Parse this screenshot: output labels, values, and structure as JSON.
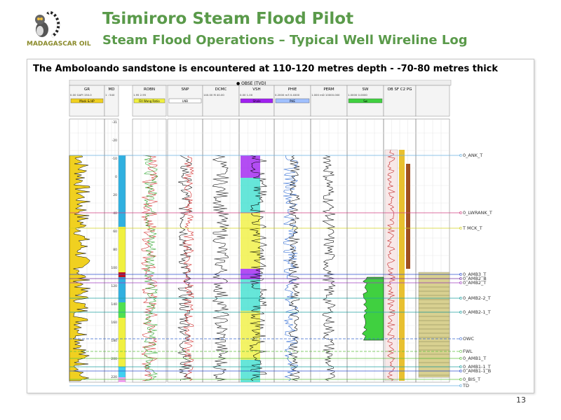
{
  "header": {
    "logo_text": "MADAGASCAR OIL",
    "title": "Tsimiroro Steam Flood Pilot",
    "subtitle": "Steam Flood Operations – Typical Well Wireline Log"
  },
  "panel": {
    "caption": "The Amboloando sandstone is encountered at 110-120 metres depth - -70-80 metres thick"
  },
  "log": {
    "well_header": "● OBSE (TVD)",
    "tracks": [
      {
        "name": "GR",
        "scale": "0.00   GAPI  150.0",
        "key": "Mask & HP"
      },
      {
        "name": "MD",
        "scale": "1 : 540"
      },
      {
        "name": "ROBN",
        "scale": "1.95     2.95",
        "key": "Fill Wang Ratio"
      },
      {
        "name": "SNP",
        "scale": "",
        "key": "LNB"
      },
      {
        "name": "DCMC",
        "scale": "140.00   M   40.00"
      },
      {
        "name": "VSH",
        "scale": "0.00     1.00",
        "key": "Shale"
      },
      {
        "name": "PHIE",
        "scale": "0.2000 m3   0.4000",
        "key": "PHE"
      },
      {
        "name": "PERM",
        "scale": "1.000 mD 10000.000"
      },
      {
        "name": "SW",
        "scale": "1.0000     0.0000",
        "key": "Sw"
      },
      {
        "name": "OB SF C2 PG",
        "scale": ""
      },
      {
        "name": "",
        "scale": ""
      }
    ],
    "depth_labels": [
      "-31",
      "-20",
      "-10",
      "0",
      "20",
      "40",
      "60",
      "80",
      "100",
      "120",
      "140",
      "160",
      "180",
      "200",
      "220"
    ],
    "markers": [
      {
        "label": "0_ANK_T",
        "color": "#6ab0e0"
      },
      {
        "label": "0_LWRANK_T",
        "color": "#d04080"
      },
      {
        "label": "T MCK_T",
        "color": "#d0d020"
      },
      {
        "label": "0_AMB3_T",
        "color": "#3050d0"
      },
      {
        "label": "0_AMB2_B",
        "color": "#7030a0"
      },
      {
        "label": "0_AMB2_T",
        "color": "#a040c0"
      },
      {
        "label": "0_AMB2-2_T",
        "color": "#20a0a0"
      },
      {
        "label": "0_AMB2-1_T",
        "color": "#20a0a0"
      },
      {
        "label": "OWC",
        "color": "#3a6ad0"
      },
      {
        "label": "FWL",
        "color": "#60c040"
      },
      {
        "label": "0_AMB1_T",
        "color": "#60c040"
      },
      {
        "label": "0_AMB1-1_T",
        "color": "#20a0a0"
      },
      {
        "label": "0_AMB1-1_B",
        "color": "#3050d0"
      },
      {
        "label": "0_BIS_T",
        "color": "#60c040"
      },
      {
        "label": "TD",
        "color": "#6ab0e0"
      }
    ]
  },
  "footer": {
    "page_number": "13"
  }
}
